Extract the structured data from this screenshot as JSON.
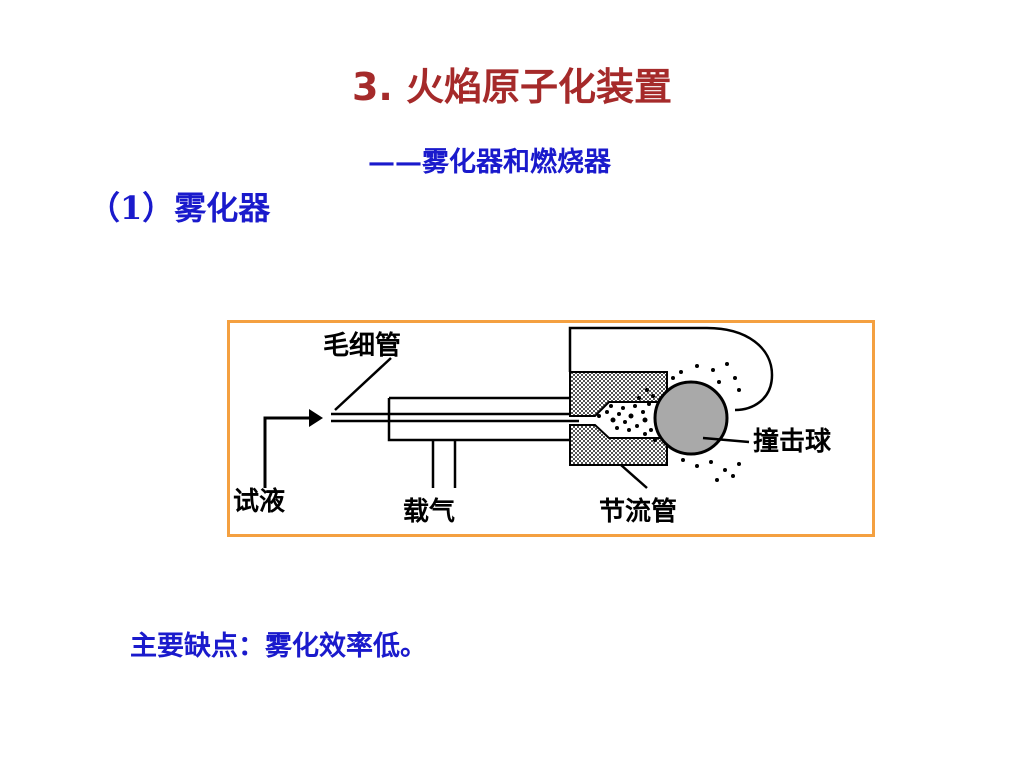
{
  "slide": {
    "title": "3. 火焰原子化装置",
    "subtitle": "——雾化器和燃烧器",
    "section": "（1）雾化器",
    "note": "主要缺点：雾化效率低。"
  },
  "diagram": {
    "labels": {
      "capillary": "毛细管",
      "sample": "试液",
      "carrier_gas": "载气",
      "throttle_tube": "节流管",
      "impact_ball": "撞击球"
    },
    "frame_color": "#f4a040"
  }
}
